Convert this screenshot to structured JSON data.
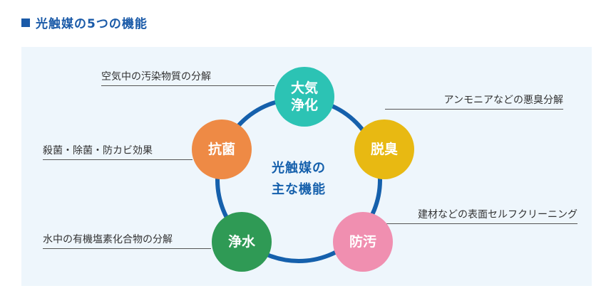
{
  "section_title": "光触媒の5つの機能",
  "center": {
    "line1": "光触媒の",
    "line2": "主な機能"
  },
  "nodes": {
    "air": {
      "line1": "大気",
      "line2": "浄化",
      "color": "#2cc3b4",
      "caption": "空気中の汚染物質の分解"
    },
    "deodor": {
      "line1": "脱臭",
      "color": "#e8b912",
      "caption": "アンモニアなどの悪臭分解"
    },
    "stain": {
      "line1": "防汚",
      "color": "#f08fb0",
      "caption": "建材などの表面セルフクリーニング"
    },
    "water": {
      "line1": "浄水",
      "color": "#2f9a55",
      "caption": "水中の有機塩素化合物の分解"
    },
    "anti": {
      "line1": "抗菌",
      "color": "#ee8a45",
      "caption": "殺菌・除菌・防カビ効果"
    }
  },
  "colors": {
    "accent": "#1560ac",
    "panel": "#eef6fc"
  }
}
